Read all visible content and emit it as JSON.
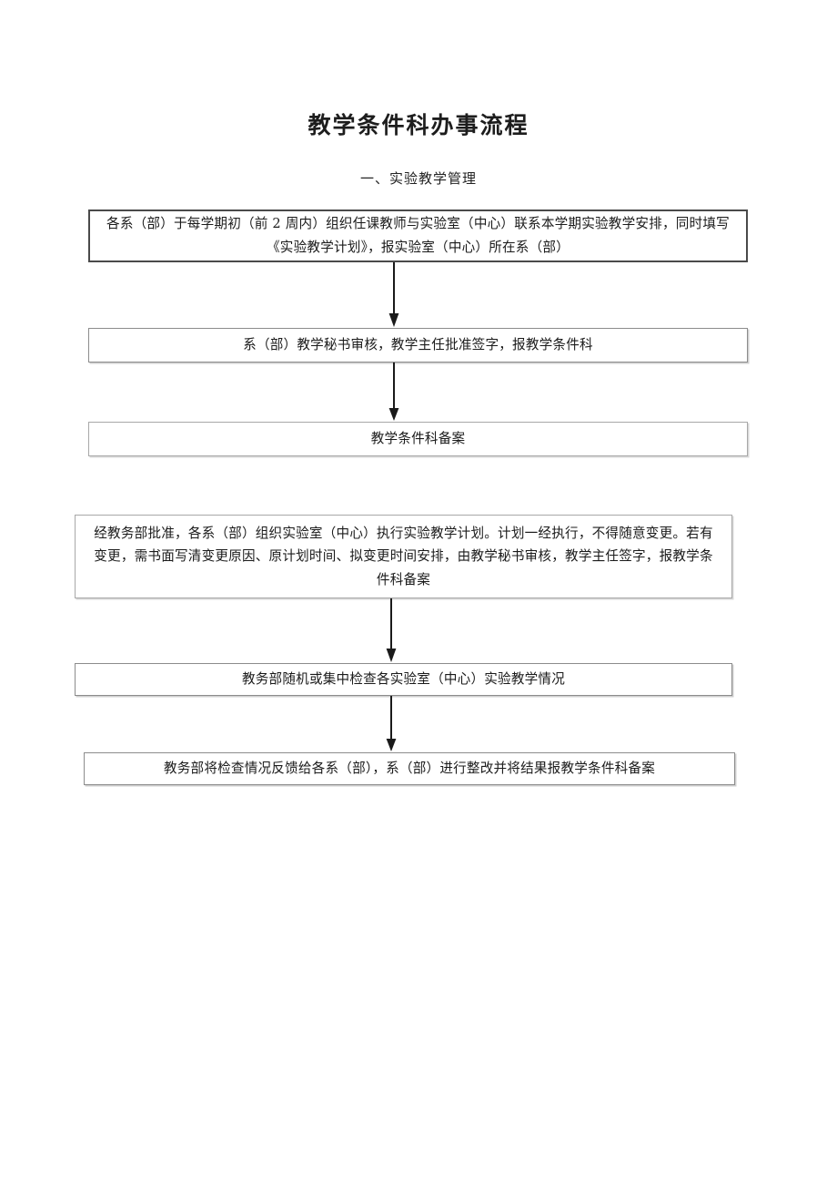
{
  "document": {
    "title": "教学条件科办事流程",
    "section_heading": "一、实验教学管理"
  },
  "flowchart": {
    "type": "vertical-flow",
    "orientation": "top-to-bottom",
    "groups": [
      {
        "id": "group-1",
        "node_ids": [
          "node-1",
          "node-2",
          "node-3"
        ]
      },
      {
        "id": "group-2",
        "node_ids": [
          "node-4",
          "node-5",
          "node-6"
        ]
      }
    ],
    "nodes": [
      {
        "id": "node-1",
        "text": "各系（部）于每学期初（前 2 周内）组织任课教师与实验室（中心）联系本学期实验教学安排，同时填写《实验教学计划》，报实验室（中心）所在系（部）"
      },
      {
        "id": "node-2",
        "text": "系（部）教学秘书审核，教学主任批准签字，报教学条件科"
      },
      {
        "id": "node-3",
        "text": "教学条件科备案"
      },
      {
        "id": "node-4",
        "text": "经教务部批准，各系（部）组织实验室（中心）执行实验教学计划。计划一经执行，不得随意变更。若有变更，需书面写清变更原因、原计划时间、拟变更时间安排，由教学秘书审核，教学主任签字，报教学条件科备案"
      },
      {
        "id": "node-5",
        "text": "教务部随机或集中检查各实验室（中心）实验教学情况"
      },
      {
        "id": "node-6",
        "text": "教务部将检查情况反馈给各系（部），系（部）进行整改并将结果报教学条件科备案"
      }
    ],
    "connectors": [
      {
        "id": "connector-1",
        "from": "node-1",
        "to": "node-2",
        "style": "solid-arrow-down"
      },
      {
        "id": "connector-2",
        "from": "node-2",
        "to": "node-3",
        "style": "solid-arrow-down"
      },
      {
        "id": "connector-3",
        "from": "node-4",
        "to": "node-5",
        "style": "solid-arrow-down"
      },
      {
        "id": "connector-4",
        "from": "node-5",
        "to": "node-6",
        "style": "solid-arrow-down"
      }
    ],
    "colors": {
      "page_background": "#ffffff",
      "text": "#1b1b1b",
      "box_border_dark": "#4a4a4a",
      "box_border_grey": "#8c8c8c",
      "arrow": "#1a1a1a"
    }
  }
}
